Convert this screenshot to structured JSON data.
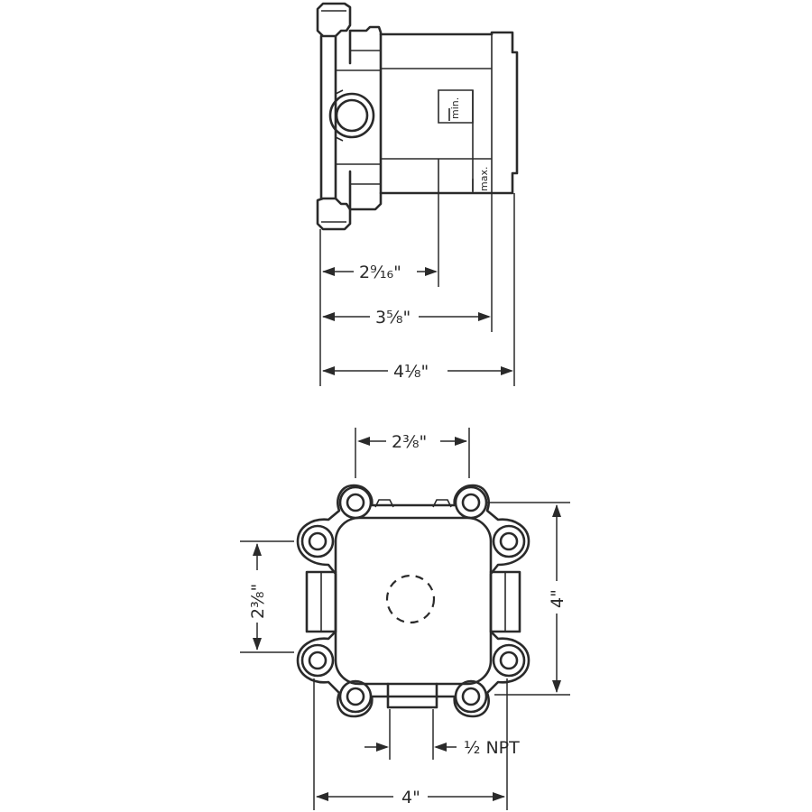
{
  "side_view": {
    "min_label": "min.",
    "max_label": "max.",
    "dim_min_depth": "2⁹⁄₁₆\"",
    "dim_max_depth": "3⁵⁄₈\"",
    "dim_overall_depth": "4¹⁄₈\""
  },
  "front_view": {
    "dim_top_bolt_spacing": "2³⁄₈\"",
    "dim_left_bolt_spacing": "2³⁄₈\"",
    "dim_right_height": "4\"",
    "dim_bottom_width": "4\"",
    "outlet_label": "½ NPT"
  },
  "colors": {
    "line": "#2a2a2a",
    "background": "#ffffff"
  }
}
